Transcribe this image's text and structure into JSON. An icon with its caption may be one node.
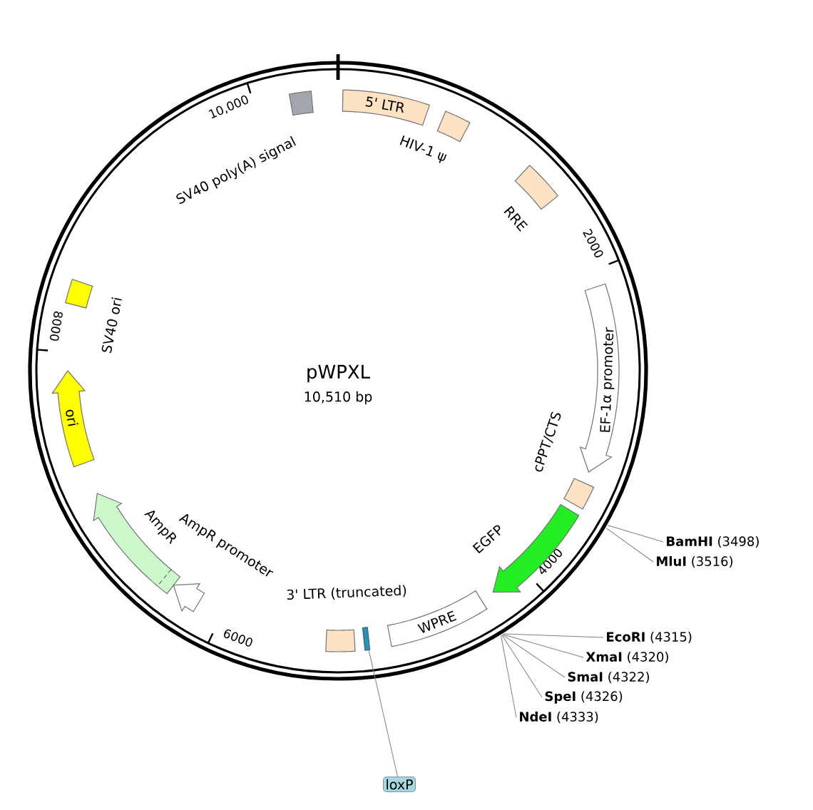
{
  "diagram": {
    "title": "pWPXL",
    "nodes": [
      {
        "text": [
          "5' LTR"
        ]
      },
      {
        "text": [
          "HIV-1 ψ"
        ]
      },
      {
        "text": [
          "RRE"
        ]
      },
      {
        "text": [
          "EF-1α promoter"
        ]
      },
      {
        "text": [
          "cPPT/CTS"
        ]
      },
      {
        "text": [
          "EGFP"
        ]
      },
      {
        "text": [
          "WPRE"
        ]
      },
      {
        "text": [],
        "shape": "box"
      },
      {
        "text": [
          "3' LTR (truncated)"
        ]
      },
      {
        "text": [
          "AmpR promoter"
        ]
      },
      {
        "text": [
          "AmpR"
        ]
      },
      {
        "text": [
          "ori"
        ]
      },
      {
        "text": [
          "SV40 ori"
        ]
      },
      {
        "text": [
          "SV40 poly(A) signal"
        ]
      },
      {
        "text": [
          "**BamHI** (3498)"
        ]
      },
      {
        "text": [
          "**MluI** (3516)"
        ]
      },
      {
        "text": [
          "**EcoRI** (4315)"
        ]
      },
      {
        "text": [
          "**XmaI** (4320)"
        ]
      },
      {
        "text": [
          "**SmaI** (4322)"
        ]
      },
      {
        "text": [
          "**SpeI** (4326)"
        ]
      },
      {
        "text": [
          "**NdeI** (4333)"
        ]
      },
      {
        "text": [
          "loxP"
        ]
      }
    ],
    "edges": [
      {
        "from": 14,
        "to": null,
        "arrow": "none"
      },
      {
        "from": 15,
        "to": null,
        "arrow": "none"
      },
      {
        "from": 16,
        "to": null,
        "arrow": "none"
      },
      {
        "from": 17,
        "to": null,
        "arrow": "none"
      },
      {
        "from": 18,
        "to": null,
        "arrow": "none"
      },
      {
        "from": 19,
        "to": null,
        "arrow": "none"
      },
      {
        "from": 20,
        "to": null,
        "arrow": "none"
      },
      {
        "from": 21,
        "to": 7,
        "arrow": "none"
      }
    ],
    "labels": [
      "10,510 bp",
      "10,000",
      "2000",
      "4000",
      "6000",
      "8000"
    ]
  }
}
